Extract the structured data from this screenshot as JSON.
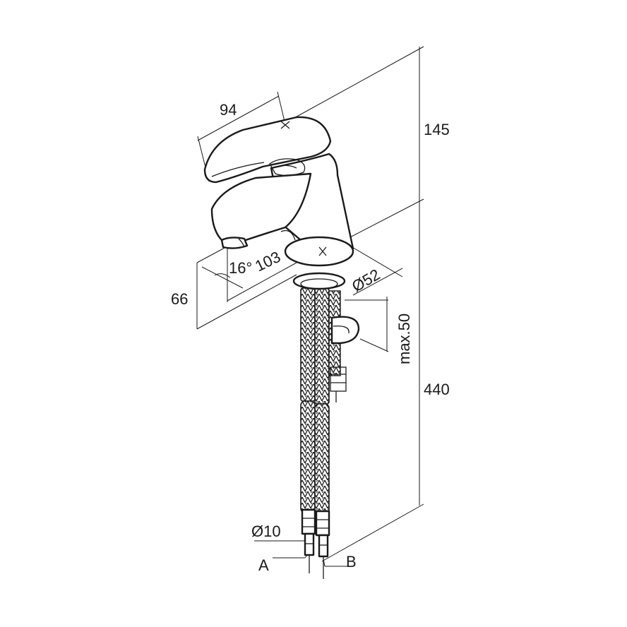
{
  "dimensions": {
    "lever_length": "94",
    "height_top": "145",
    "angle": "16°",
    "spout_reach": "103",
    "spout_height": "66",
    "base_diameter": "Ø52",
    "max_deck": "max.50",
    "hose_length": "440",
    "hose_diameter": "Ø10"
  },
  "connections": {
    "a": "A",
    "b": "B"
  }
}
